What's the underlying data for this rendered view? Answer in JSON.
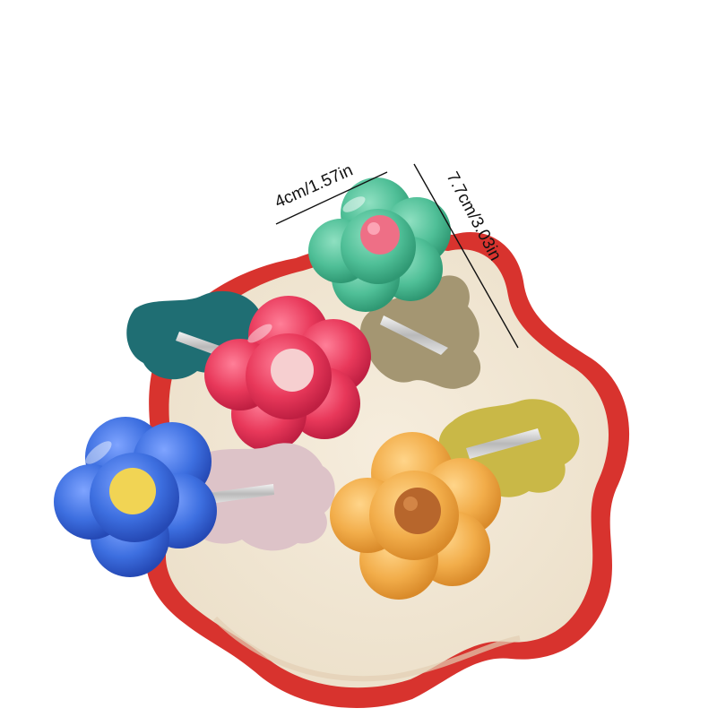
{
  "annotations": {
    "width_label": "4cm/1.57in",
    "length_label": "7.7cm/3.03in"
  },
  "colors": {
    "background": "#ffffff",
    "tray_rim": "#d8332e",
    "tray_inner": "#f1e6d4",
    "teal_flower": "#4fbf97",
    "teal_center": "#ee6f86",
    "olive_clip": "#a49672",
    "dark_teal_clip": "#1f6e73",
    "pink_flower": "#e8385a",
    "pink_center": "#f6cfd0",
    "blue_flower": "#3d6fe0",
    "blue_center": "#f1d454",
    "lilac_clip": "#ddc3c8",
    "orange_flower": "#f2ad4a",
    "orange_center": "#b7662c",
    "lime_clip": "#c9b847"
  },
  "items": [
    {
      "name": "teal-flower-hair-clip",
      "flower_color": "teal",
      "center_color": "pink",
      "clip_color": "olive"
    },
    {
      "name": "pink-flower-hair-clip",
      "flower_color": "pink",
      "center_color": "light-pink",
      "clip_color": "dark-teal"
    },
    {
      "name": "blue-flower-hair-clip",
      "flower_color": "blue",
      "center_color": "yellow",
      "clip_color": "lilac"
    },
    {
      "name": "orange-flower-hair-clip",
      "flower_color": "orange",
      "center_color": "brown",
      "clip_color": "lime"
    }
  ]
}
